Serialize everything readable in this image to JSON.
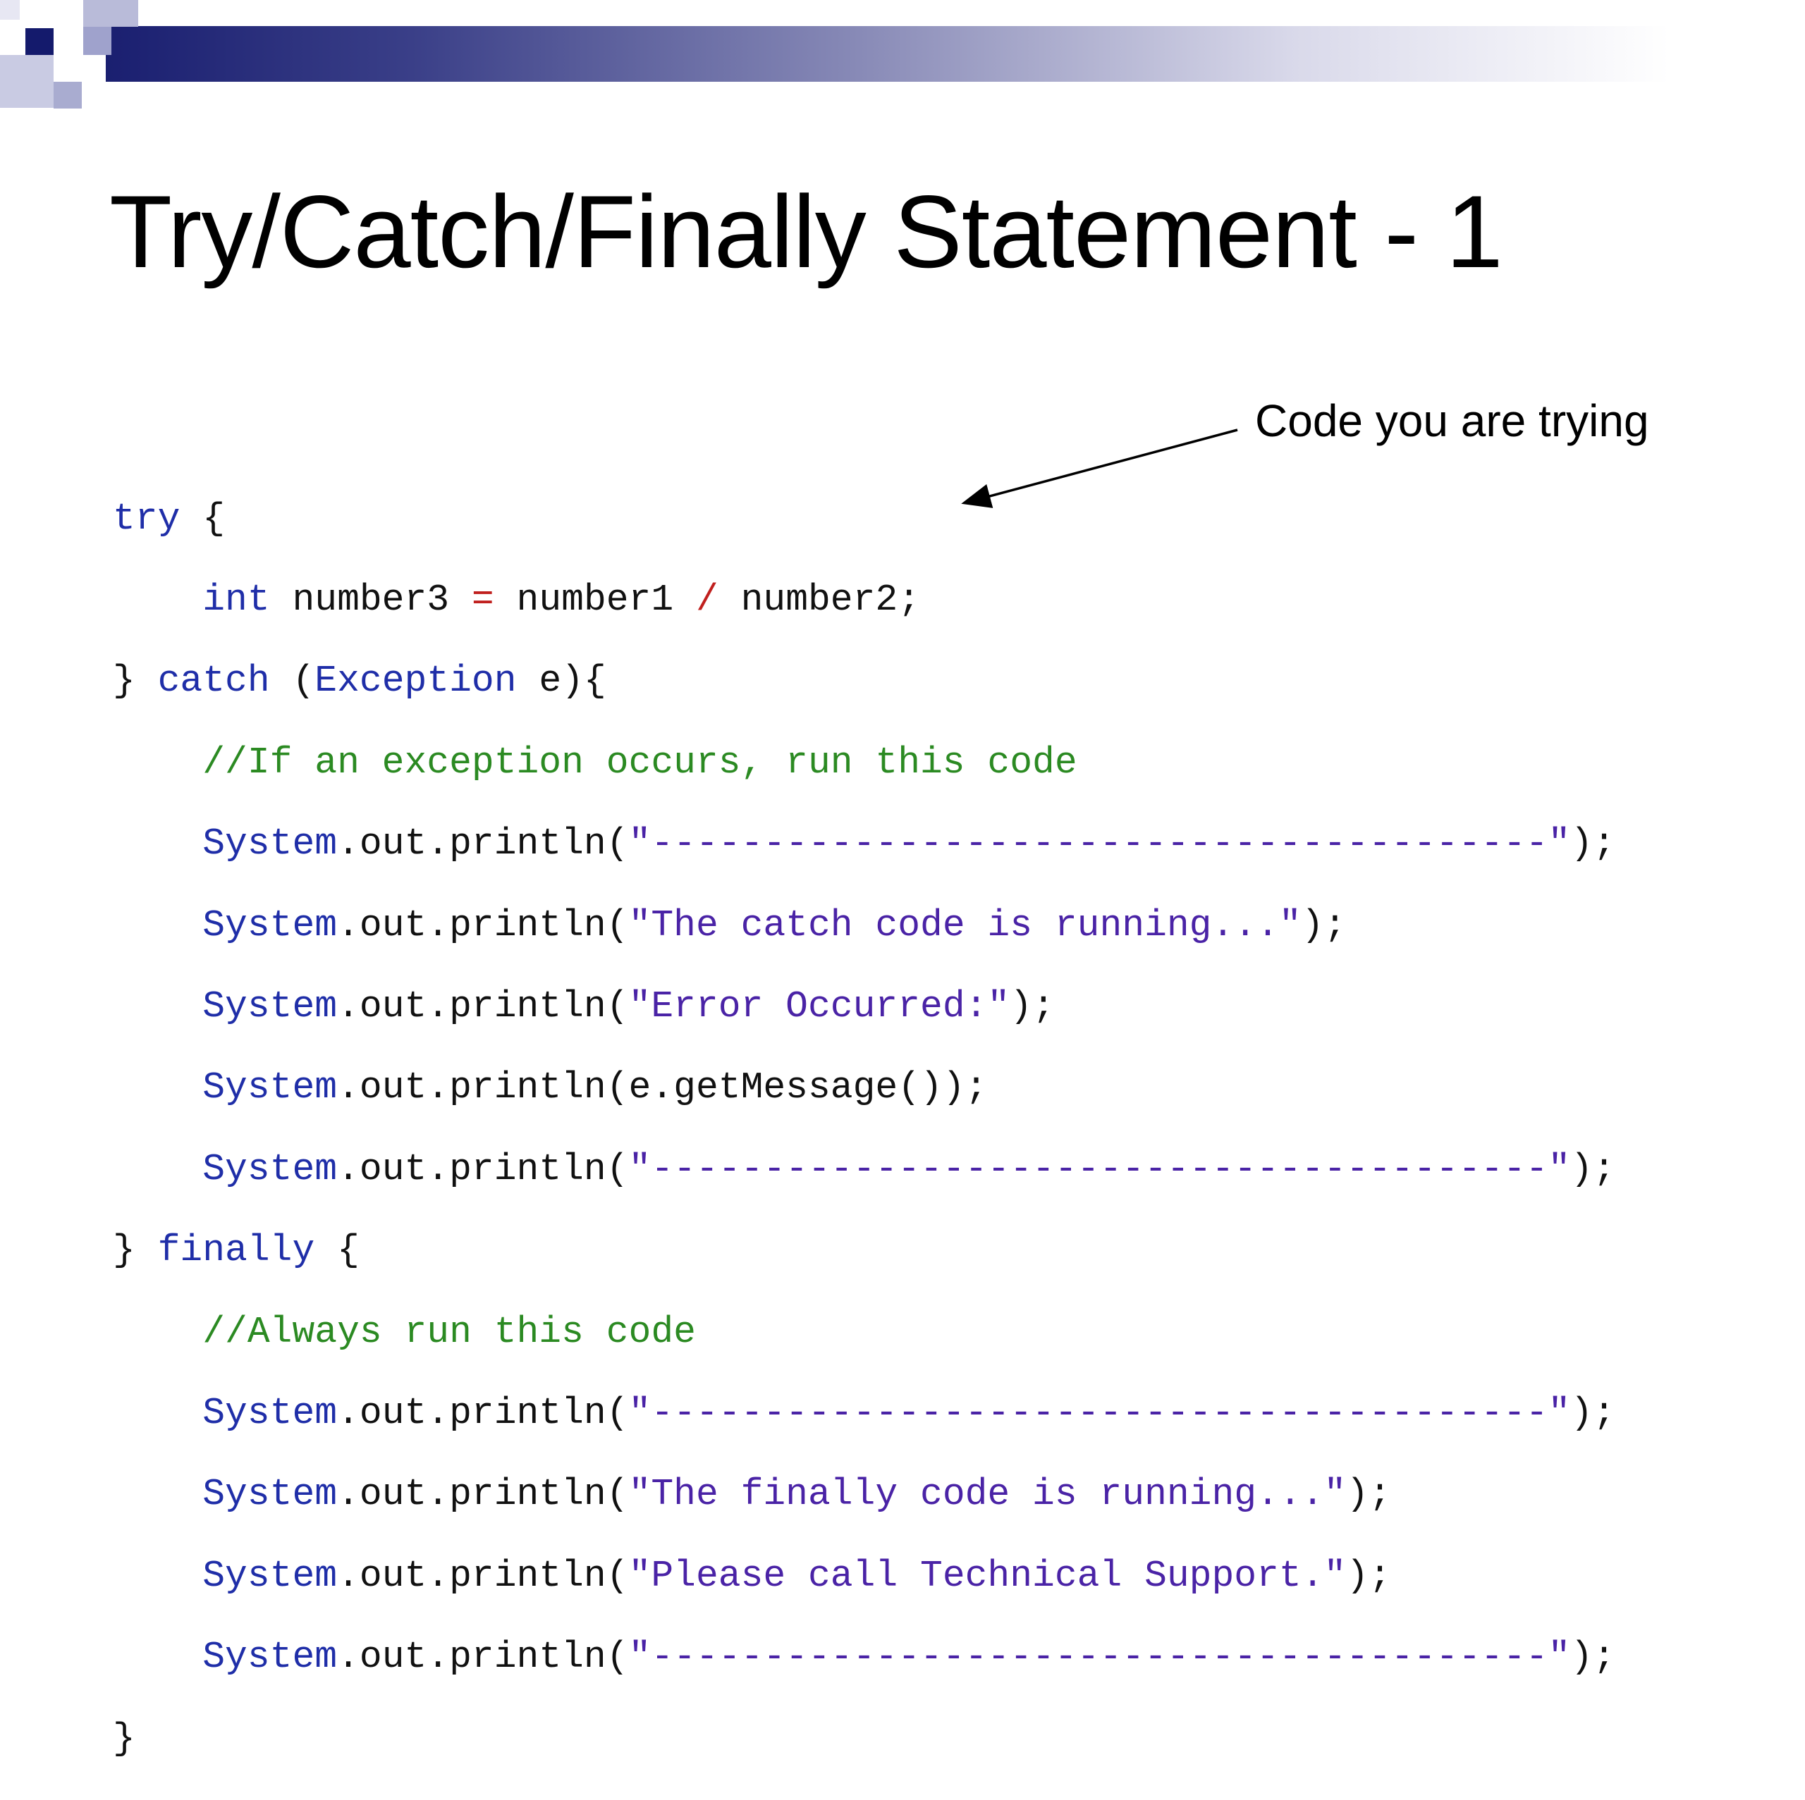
{
  "slide": {
    "title": "Try/Catch/Finally Statement - 1",
    "callout": "Code you are trying"
  },
  "code": {
    "l1_kw": "try",
    "l1_rest": " {",
    "l2_kw": "int",
    "l2_a": " number3 ",
    "l2_eq": "=",
    "l2_b": " number1 ",
    "l2_div": "/",
    "l2_c": " number2;",
    "l3_a": "} ",
    "l3_kw": "catch",
    "l3_b": " (",
    "l3_cls": "Exception",
    "l3_c": " e){",
    "l4_comment": "//If an exception occurs, run this code",
    "sys_class": "System",
    "out_println": ".out.println(",
    "close": ");",
    "dashes": "\"----------------------------------------\"",
    "l6_str": "\"The catch code is running...\"",
    "l7_str": "\"Error Occurred:\"",
    "l8_rest": ".out.println(e.getMessage());",
    "l10_a": "} ",
    "l10_kw": "finally",
    "l10_b": " {",
    "l11_comment": "//Always run this code",
    "l13_str": "\"The finally code is running...\"",
    "l14_str": "\"Please call Technical Support.\"",
    "l16": "}"
  },
  "colors": {
    "keyword": "#1f2ea8",
    "comment": "#2b8a22",
    "string": "#4a23a6",
    "operator": "#c0201e",
    "header_band": "#1a1f70"
  }
}
